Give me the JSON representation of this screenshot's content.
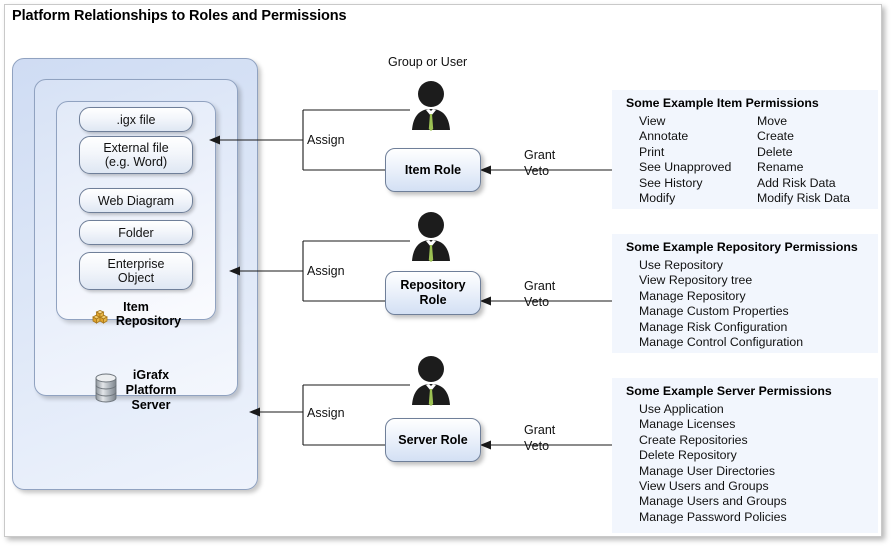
{
  "page": {
    "title": "Platform Relationships to Roles and Permissions"
  },
  "containers": {
    "server": {
      "label": "iGrafx\nPlatform\nServer",
      "label_lines": [
        "iGrafx",
        "Platform",
        "Server"
      ],
      "icon": "database-icon"
    },
    "repository": {
      "label": "Repository",
      "icon": "repository-cubes-icon"
    },
    "item": {
      "label": "Item"
    }
  },
  "item_types": [
    {
      "label": ".igx file"
    },
    {
      "label": "External file\n(e.g. Word)",
      "lines": [
        "External file",
        "(e.g. Word)"
      ]
    },
    {
      "label": "Web Diagram"
    },
    {
      "label": "Folder"
    },
    {
      "label": "Enterprise\nObject",
      "lines": [
        "Enterprise",
        "Object"
      ]
    }
  ],
  "actor": {
    "caption": "Group or User",
    "icon": "person-icon"
  },
  "roles": [
    {
      "name": "item-role",
      "label": "Item Role",
      "lines": [
        "Item Role"
      ],
      "assign_label": "Assign",
      "grant_label": "Grant",
      "veto_label": "Veto"
    },
    {
      "name": "repository-role",
      "label": "Repository Role",
      "lines": [
        "Repository",
        "Role"
      ],
      "assign_label": "Assign",
      "grant_label": "Grant",
      "veto_label": "Veto"
    },
    {
      "name": "server-role",
      "label": "Server Role",
      "lines": [
        "Server Role"
      ],
      "assign_label": "Assign",
      "grant_label": "Grant",
      "veto_label": "Veto"
    }
  ],
  "permission_panels": [
    {
      "name": "item-permissions",
      "title": "Some Example Item Permissions",
      "columns": [
        [
          "View",
          "Annotate",
          "Print",
          "See Unapproved",
          "See History",
          "Modify"
        ],
        [
          "Move",
          "Create",
          "Delete",
          "Rename",
          "Add Risk Data",
          "Modify Risk Data"
        ]
      ]
    },
    {
      "name": "repository-permissions",
      "title": "Some Example Repository Permissions",
      "columns": [
        [
          "Use Repository",
          "View Repository tree",
          "Manage Repository",
          "Manage Custom Properties",
          "Manage Risk Configuration",
          "Manage Control Configuration"
        ]
      ]
    },
    {
      "name": "server-permissions",
      "title": "Some Example Server Permissions",
      "columns": [
        [
          "Use Application",
          "Manage Licenses",
          "Create Repositories",
          "Delete Repository",
          "Manage User Directories",
          "View Users and Groups",
          "Manage Users and Groups",
          "Manage Password Policies"
        ]
      ]
    }
  ],
  "colors": {
    "container_blue": "#cfdcf3",
    "container_border": "#90a2c0",
    "role_fill": "#d3e0f4",
    "panel_bg": "#f2f6fd",
    "tie_green": "#9cc153",
    "repo_icon_gold": "#e8a93c",
    "server_icon_gray": "#9aa0a6",
    "line": "#1a1a1a"
  }
}
